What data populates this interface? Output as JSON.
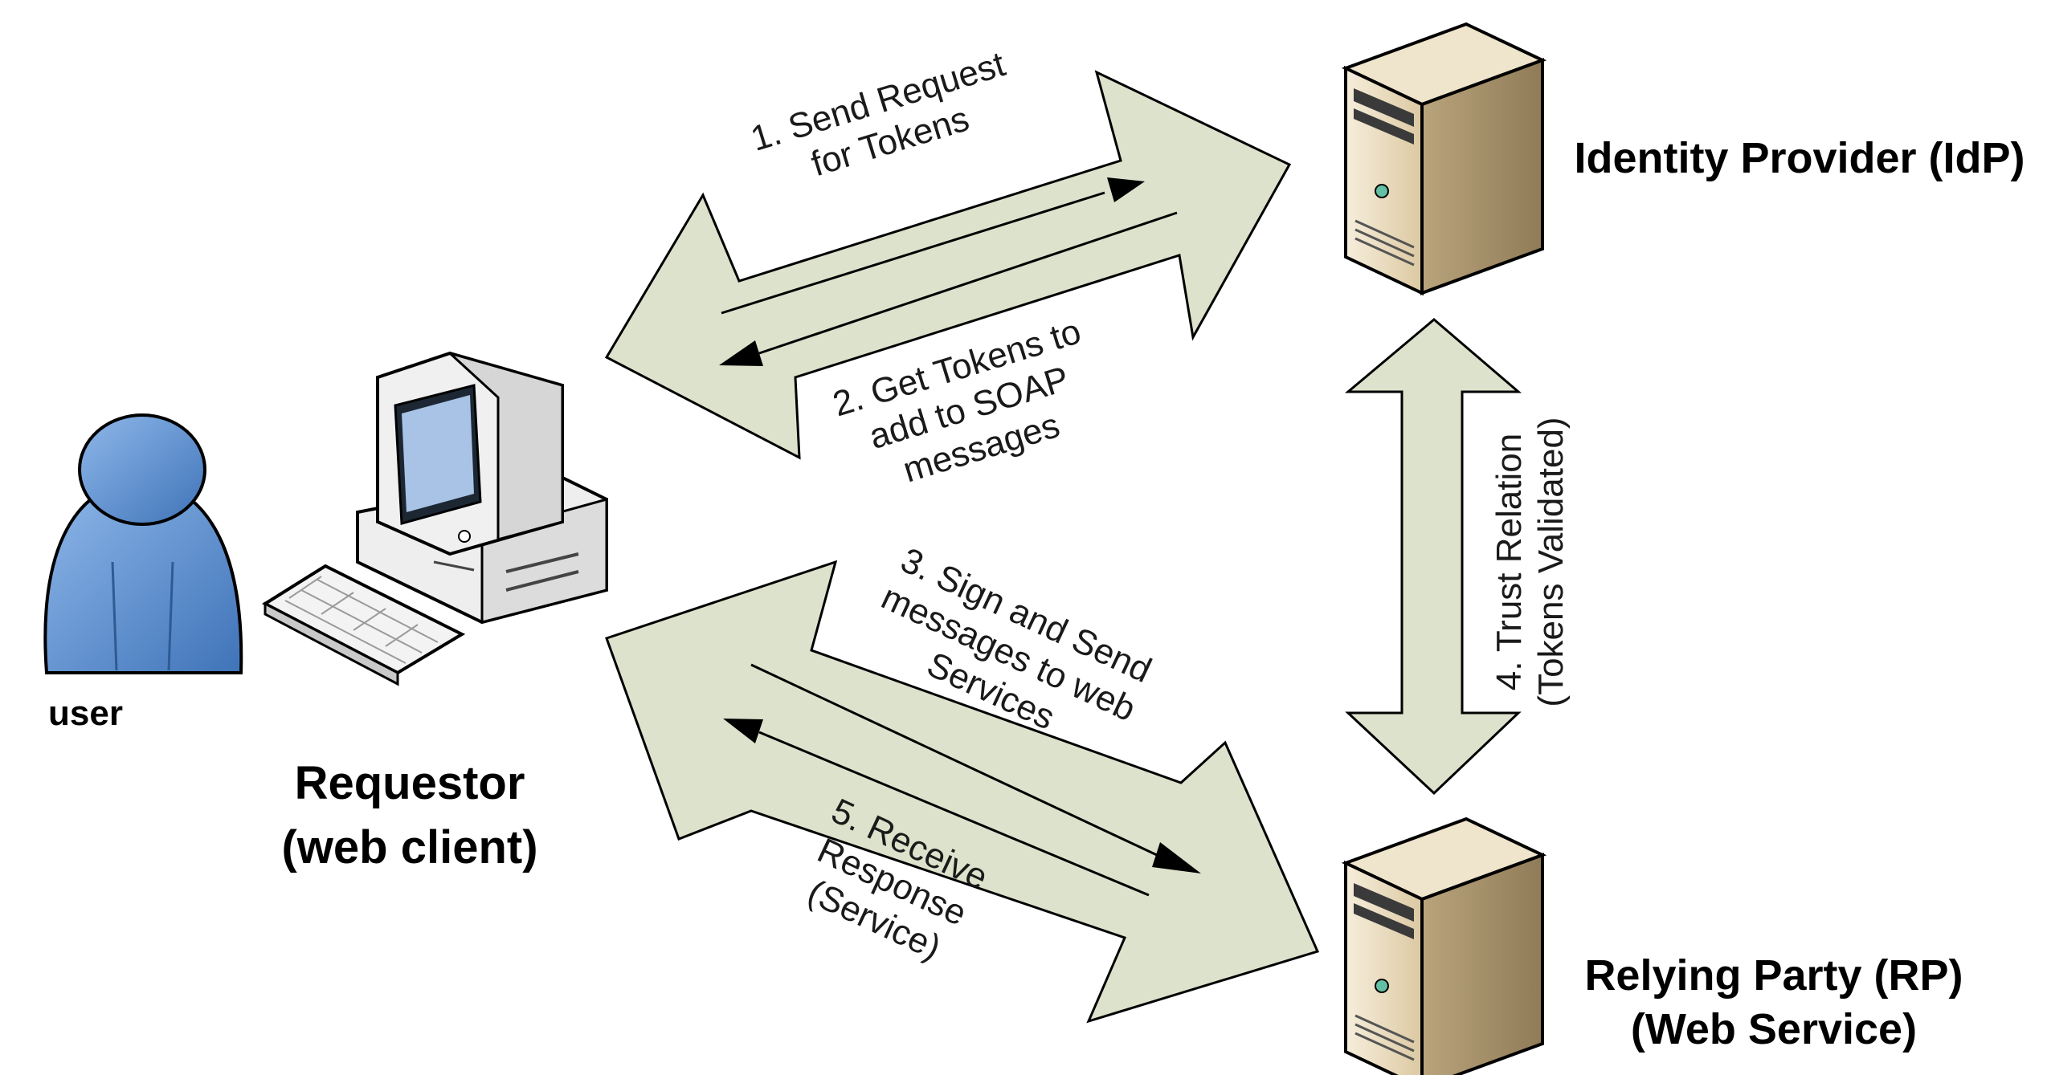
{
  "actors": {
    "user": "user",
    "requestor_line1": "Requestor",
    "requestor_line2": "(web client)",
    "idp": "Identity Provider (IdP)",
    "rp_line1": "Relying Party (RP)",
    "rp_line2": "(Web Service)"
  },
  "steps": {
    "step1": [
      "1. Send Request",
      "for Tokens"
    ],
    "step2": [
      "2. Get Tokens to",
      "add to SOAP",
      "messages"
    ],
    "step3": [
      "3. Sign and Send",
      "messages to web",
      "Services"
    ],
    "step4": [
      "4. Trust Relation",
      "(Tokens Validated)"
    ],
    "step5": [
      "5. Receive",
      "Response",
      "(Service)"
    ]
  },
  "colors": {
    "arrow_fill": "#dde2cc",
    "user_fill": "#5b8fd0",
    "server_fill": "#e9dcc0"
  },
  "icons": [
    "user-icon",
    "computer-icon",
    "server-icon"
  ]
}
